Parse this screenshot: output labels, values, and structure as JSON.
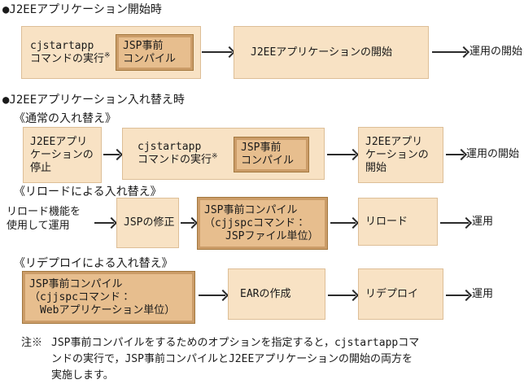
{
  "colors": {
    "background": "#ffffff",
    "box_fill": "#f8e2c4",
    "box_border": "#ddbe97",
    "highlight_fill": "#e7be8e",
    "highlight_border": "#cb9c68",
    "highlight_edge": "#a3783f",
    "text": "#1a1a1a",
    "arrow": "#2b2b2b"
  },
  "startup": {
    "title": "●J2EEアプリケーション開始時",
    "cmd_box": "cjstartapp\nコマンドの実行",
    "cmd_note_mark": "※",
    "precompile_box": "JSP事前\nコンパイル",
    "start_box": "J2EEアプリケーションの開始",
    "result": "運用の開始"
  },
  "replace": {
    "title": "●J2EEアプリケーション入れ替え時",
    "normal": {
      "subtitle": "《通常の入れ替え》",
      "stop_box": "J2EEアプリ\nケーションの\n停止",
      "cmd_box": "cjstartapp\nコマンドの実行",
      "cmd_note_mark": "※",
      "precompile_box": "JSP事前\nコンパイル",
      "start_box": "J2EEアプリ\nケーションの\n開始",
      "result": "運用の開始"
    },
    "reload": {
      "subtitle": "《リロードによる入れ替え》",
      "start_label": "リロード機能を\n使用して運用",
      "fix_box": "JSPの修正",
      "precompile_box": "JSP事前コンパイル\n（cjjspcコマンド：\n　　JSPファイル単位）",
      "reload_box": "リロード",
      "result": "運用"
    },
    "redeploy": {
      "subtitle": "《リデプロイによる入れ替え》",
      "precompile_box": "JSP事前コンパイル\n（cjjspcコマンド：\n　Webアプリケーション単位）",
      "ear_box": "EARの作成",
      "redeploy_box": "リデプロイ",
      "result": "運用"
    }
  },
  "note": {
    "marker": "注※",
    "text": "JSP事前コンパイルをするためのオプションを指定すると，cjstartappコマ\nンドの実行で，JSP事前コンパイルとJ2EEアプリケーションの開始の両方を\n実施します。"
  }
}
